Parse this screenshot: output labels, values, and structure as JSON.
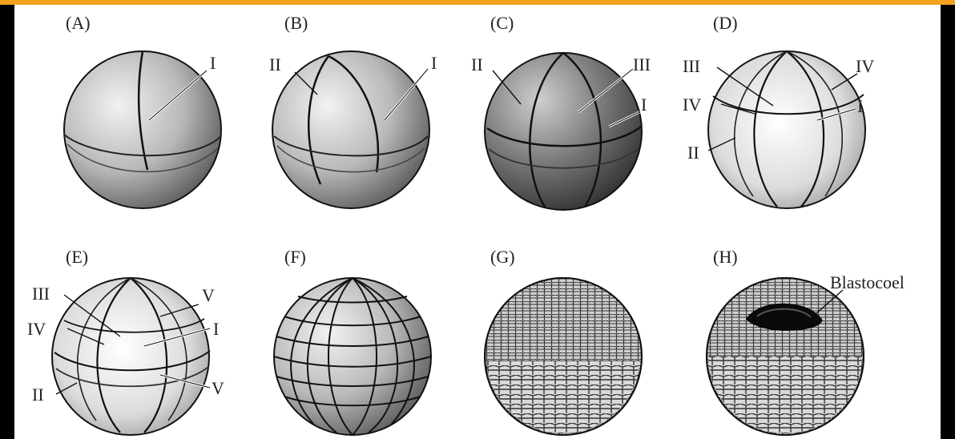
{
  "panels": [
    {
      "letter": "(A)",
      "stage": "A",
      "labels": [
        "I"
      ]
    },
    {
      "letter": "(B)",
      "stage": "B",
      "labels": [
        "II",
        "I"
      ]
    },
    {
      "letter": "(C)",
      "stage": "C",
      "labels": [
        "II",
        "III",
        "I"
      ]
    },
    {
      "letter": "(D)",
      "stage": "D",
      "labels": [
        "III",
        "IV",
        "IV",
        "I",
        "II"
      ]
    },
    {
      "letter": "(E)",
      "stage": "E",
      "labels": [
        "III",
        "V",
        "IV",
        "I",
        "II",
        "V"
      ]
    },
    {
      "letter": "(F)",
      "stage": "F",
      "labels": []
    },
    {
      "letter": "(G)",
      "stage": "G",
      "labels": []
    },
    {
      "letter": "(H)",
      "stage": "H",
      "labels": [
        "Blastocoel"
      ]
    }
  ]
}
